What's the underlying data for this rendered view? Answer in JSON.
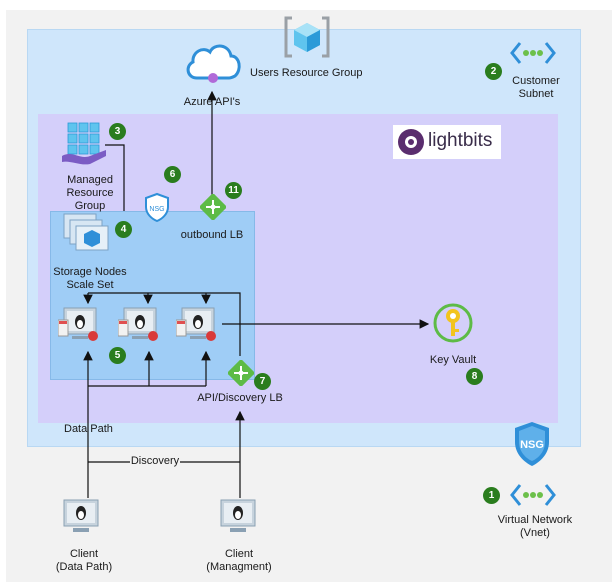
{
  "groups": {
    "users_rg": "Users Resource Group",
    "customer_subnet": "Customer\nSubnet",
    "managed_rg": "Managed\nResource Group",
    "lightbits_logo": "lightbits",
    "scale_set": "Storage Nodes\nScale Set",
    "virtual_network": "Virtual Network\n(Vnet)"
  },
  "components": {
    "azure_apis": "Azure API's",
    "outbound_lb": "outbound LB",
    "api_discovery_lb": "API/Discovery LB",
    "key_vault": "Key Vault",
    "nsg_small": "NSG",
    "nsg_large": "NSG",
    "client_data_path": "Client\n(Data Path)",
    "client_management": "Client\n(Managment)"
  },
  "connections": {
    "data_path": "Data Path",
    "discovery": "Discovery"
  },
  "badges": {
    "b1": "1",
    "b2": "2",
    "b3": "3",
    "b4": "4",
    "b5": "5",
    "b6": "6",
    "b7": "7",
    "b8": "8",
    "b11": "11"
  },
  "colors": {
    "users_rg_fill": "#cfe6fb",
    "managed_rg_fill": "#d4cffa",
    "scale_set_fill": "#9fcdf6",
    "badge_green": "#2a7d1e",
    "azure_blue": "#2f8fd8",
    "lb_green": "#5dbb46"
  },
  "icons": [
    "resource-group-icon",
    "subnet-icon",
    "cloud-api-icon",
    "managed-rg-icon",
    "lightbits-icon",
    "nsg-shield-icon",
    "scale-set-icon",
    "load-balancer-icon",
    "linux-vm-icon",
    "key-vault-icon",
    "virtual-network-icon"
  ]
}
